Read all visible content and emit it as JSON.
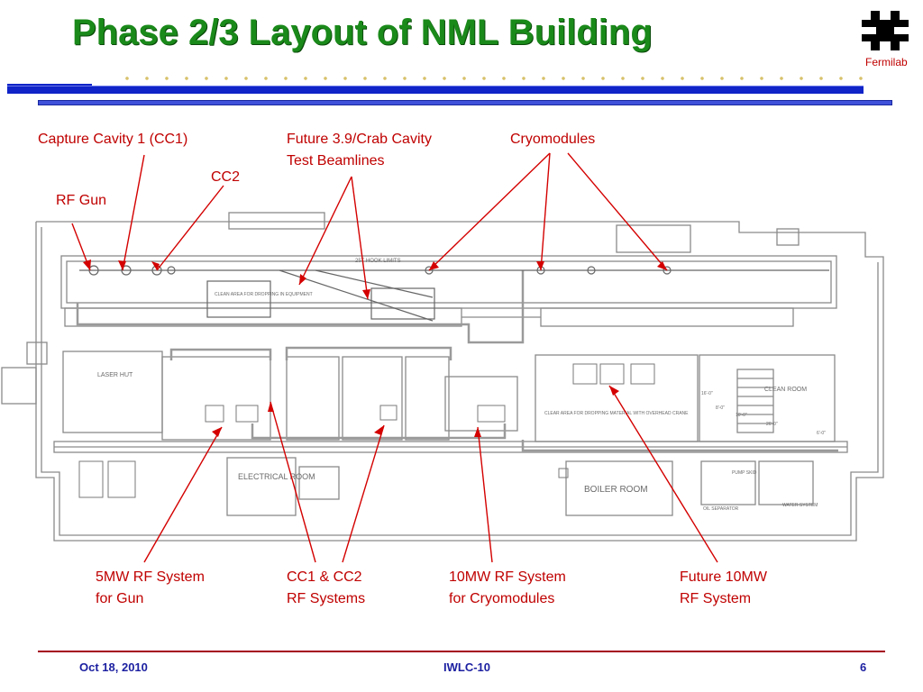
{
  "header": {
    "title": "Phase 2/3 Layout of NML Building",
    "logo_text": "Fermilab"
  },
  "callouts": {
    "cc1": "Capture Cavity 1 (CC1)",
    "future_39_line1": "Future 3.9/Crab Cavity",
    "future_39_line2": "Test Beamlines",
    "cryomodules": "Cryomodules",
    "cc2": "CC2",
    "rf_gun": "RF Gun",
    "rf5_line1": "5MW RF System",
    "rf5_line2": "for Gun",
    "cc12_line1": "CC1 & CC2",
    "cc12_line2": "RF Systems",
    "rf10_line1": "10MW RF System",
    "rf10_line2": "for Cryomodules",
    "future10_line1": "Future 10MW",
    "future10_line2": "RF System"
  },
  "plan_labels": {
    "laser_hut": "LASER HUT",
    "electrical_room": "ELECTRICAL ROOM",
    "boiler_room": "BOILER ROOM",
    "clean_room": "CLEAN ROOM",
    "hook_limits": "25T HOOK LIMITS",
    "clean_area_1": "CLEAN AREA FOR DROPPING IN EQUIPMENT",
    "clean_area_2": "CLEAR AREA FOR DROPPING MATERIAL WITH OVERHEAD CRANE",
    "pump_skid": "PUMP SKID",
    "water_system": "WATER SYSTEM",
    "oil_separator": "OIL SEPARATOR",
    "dim_1": "16'-0\"",
    "dim_2": "8'-0\"",
    "dim_3": "10'-0\"",
    "dim_4": "26'-0\"",
    "dim_5": "6'-0\""
  },
  "footer": {
    "date": "Oct 18, 2010",
    "event": "IWLC-10",
    "page": "6"
  },
  "colors": {
    "title_green": "#1a8a1a",
    "accent_red": "#c00000",
    "rule_blue": "#1024c8",
    "footer_blue": "#1b1fa0",
    "drawing_gray": "#8a8a8a"
  }
}
